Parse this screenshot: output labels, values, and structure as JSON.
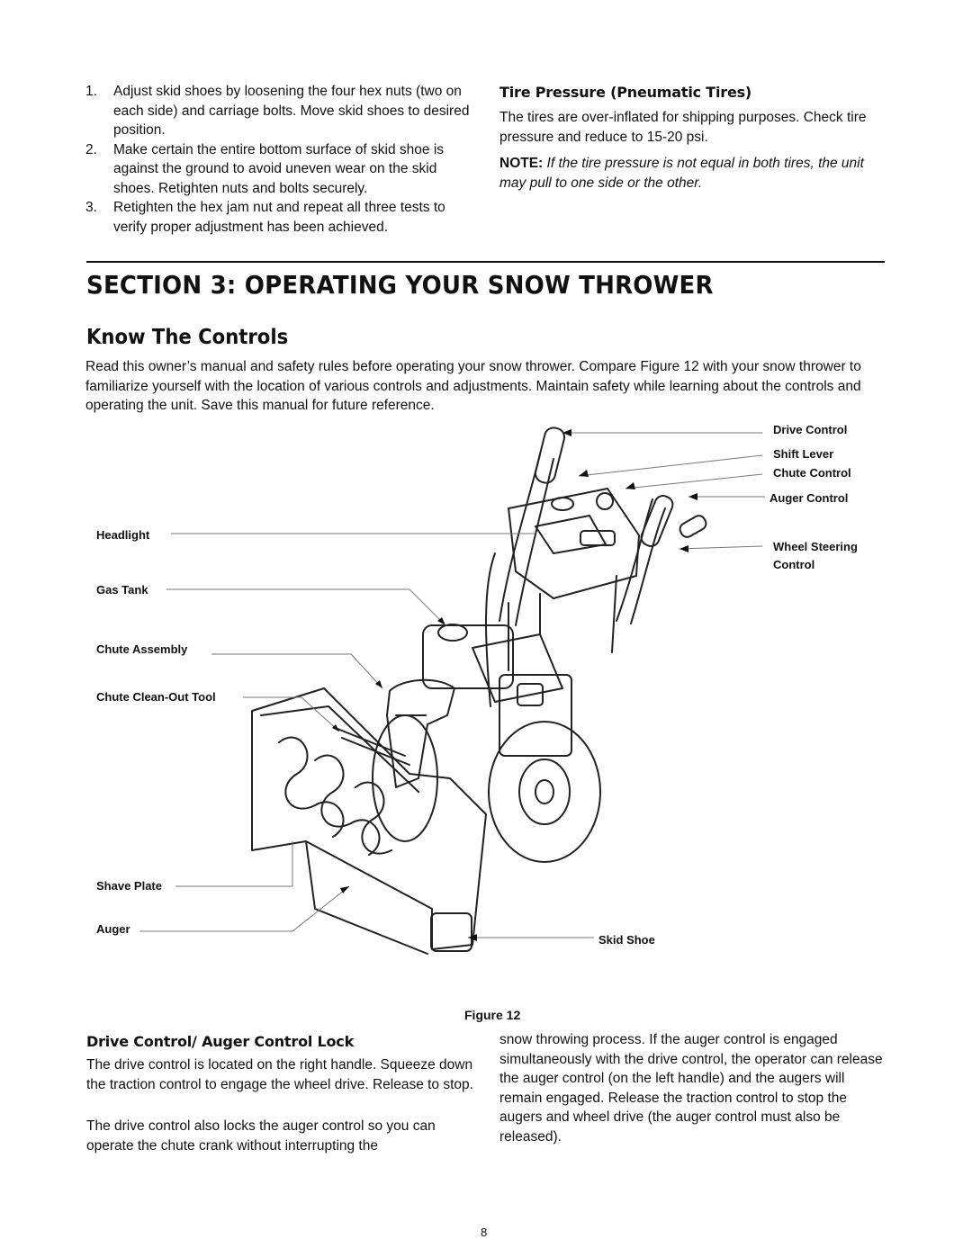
{
  "steps": [
    {
      "num": "1.",
      "text": "Adjust skid shoes by loosening the four hex nuts (two on each side) and carriage bolts. Move skid shoes to desired position."
    },
    {
      "num": "2.",
      "text": "Make certain the entire bottom surface of skid shoe is against the ground to avoid uneven wear on the skid shoes. Retighten nuts and bolts securely."
    },
    {
      "num": "3.",
      "text": "Retighten the hex jam nut and repeat all three tests to verify proper adjustment has been achieved."
    }
  ],
  "tire": {
    "heading": "Tire Pressure (Pneumatic Tires)",
    "body": "The tires are over-inflated for shipping purposes. Check tire pressure and reduce to 15-20 psi.",
    "note_label": "NOTE:",
    "note_text": " If the tire pressure is not equal in both tires, the unit may pull to one side or the other."
  },
  "section": {
    "title": "SECTION 3:  OPERATING YOUR SNOW THROWER",
    "subtitle": "Know The Controls",
    "intro": "Read this owner’s manual  and safety rules before operating your snow thrower. Compare Figure 12 with your snow thrower to familiarize yourself with the location of various controls and adjustments. Maintain safety while learning about the controls and operating the unit. Save this manual for future reference."
  },
  "figure": {
    "caption": "Figure 12",
    "labels": {
      "drive_control": "Drive Control",
      "shift_lever": "Shift Lever",
      "chute_control": "Chute Control",
      "auger_control": "Auger Control",
      "wheel_steering_1": "Wheel Steering",
      "wheel_steering_2": "Control",
      "headlight": "Headlight",
      "gas_tank": "Gas Tank",
      "chute_assembly": "Chute Assembly",
      "chute_cleanout": "Chute Clean-Out Tool",
      "shave_plate": "Shave Plate",
      "auger": "Auger",
      "skid_shoe": "Skid Shoe"
    }
  },
  "drive": {
    "heading": "Drive Control/ Auger Control Lock",
    "p1": "The drive control is located on the right handle. Squeeze down the traction control to engage the wheel drive. Release to stop.",
    "p2": "The drive control also locks the auger control so you can operate the chute crank without interrupting the",
    "p3": "snow throwing process. If the auger control is engaged simultaneously with the drive control, the operator can release the auger control (on the left handle) and the augers will remain engaged. Release the traction control to stop the augers and wheel drive (the auger control must also be released)."
  },
  "page_number": "8"
}
